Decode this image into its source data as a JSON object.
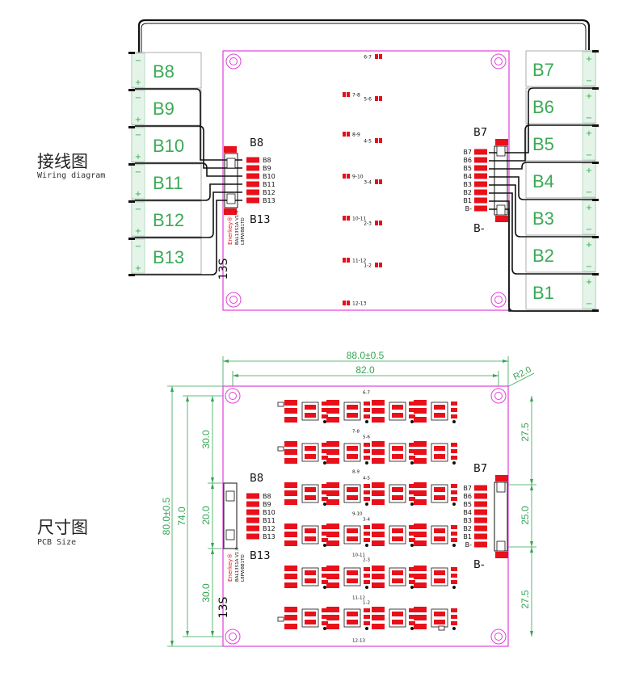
{
  "wiring": {
    "title_cn": "接线图",
    "title_en": "Wiring diagram",
    "cells_left": [
      "B8",
      "B9",
      "B10",
      "B11",
      "B12",
      "B13"
    ],
    "cells_right": [
      "B7",
      "B6",
      "B5",
      "B4",
      "B3",
      "B2",
      "B1"
    ],
    "left_conn_top": "B8",
    "left_conn_bottom": "B13",
    "left_pins": [
      "B8",
      "B9",
      "B10",
      "B11",
      "B12",
      "B13"
    ],
    "right_conn_top": "B7",
    "right_conn_bottom": "B-",
    "right_pins": [
      "B7",
      "B6",
      "B5",
      "B4",
      "B3",
      "B2",
      "B1",
      "B-"
    ],
    "board_labels": [
      "6-7",
      "7-8",
      "5-6",
      "8-9",
      "4-5",
      "9-10",
      "3-4",
      "10-11",
      "2-3",
      "11-12",
      "1-2",
      "12-13"
    ],
    "brand": "Enerkey®",
    "model": "BAL13S1A  V1.0",
    "code": "L8PW8B1TD",
    "series": "13S",
    "plus": "+",
    "minus": "−"
  },
  "pcb": {
    "title_cn": "尺寸图",
    "title_en": "PCB Size",
    "dim_total_width": "88.0±0.5",
    "dim_hole_width": "82.0",
    "dim_radius": "R2.0",
    "dim_total_height": "80.0±0.5",
    "dim_hole_height": "74.0",
    "dim_left_top": "30.0",
    "dim_left_mid": "20.0",
    "dim_left_bottom": "30.0",
    "dim_right_top": "27.5",
    "dim_right_mid": "25.0",
    "dim_right_bottom": "27.5",
    "left_conn_top": "B8",
    "left_conn_bottom": "B13",
    "left_pins": [
      "B8",
      "B9",
      "B10",
      "B11",
      "B12",
      "B13"
    ],
    "right_conn_top": "B7",
    "right_conn_bottom": "B-",
    "right_pins": [
      "B7",
      "B6",
      "B5",
      "B4",
      "B3",
      "B2",
      "B1",
      "B-"
    ],
    "board_labels": [
      "6-7",
      "7-8",
      "5-6",
      "8-9",
      "4-5",
      "9-10",
      "3-4",
      "10-11",
      "2-3",
      "11-12",
      "1-2",
      "12-13"
    ],
    "brand": "Enerkey®",
    "model": "BAL13S1A  V1.0",
    "code": "L8PW8B1TD",
    "series": "13S"
  },
  "colors": {
    "board_outline": "#e040d8",
    "pad_red": "#e8101a",
    "cell_fill": "#e4f4e8",
    "cell_label": "#3aaa55",
    "dimension_green": "#33a552",
    "wire": "#111111"
  }
}
